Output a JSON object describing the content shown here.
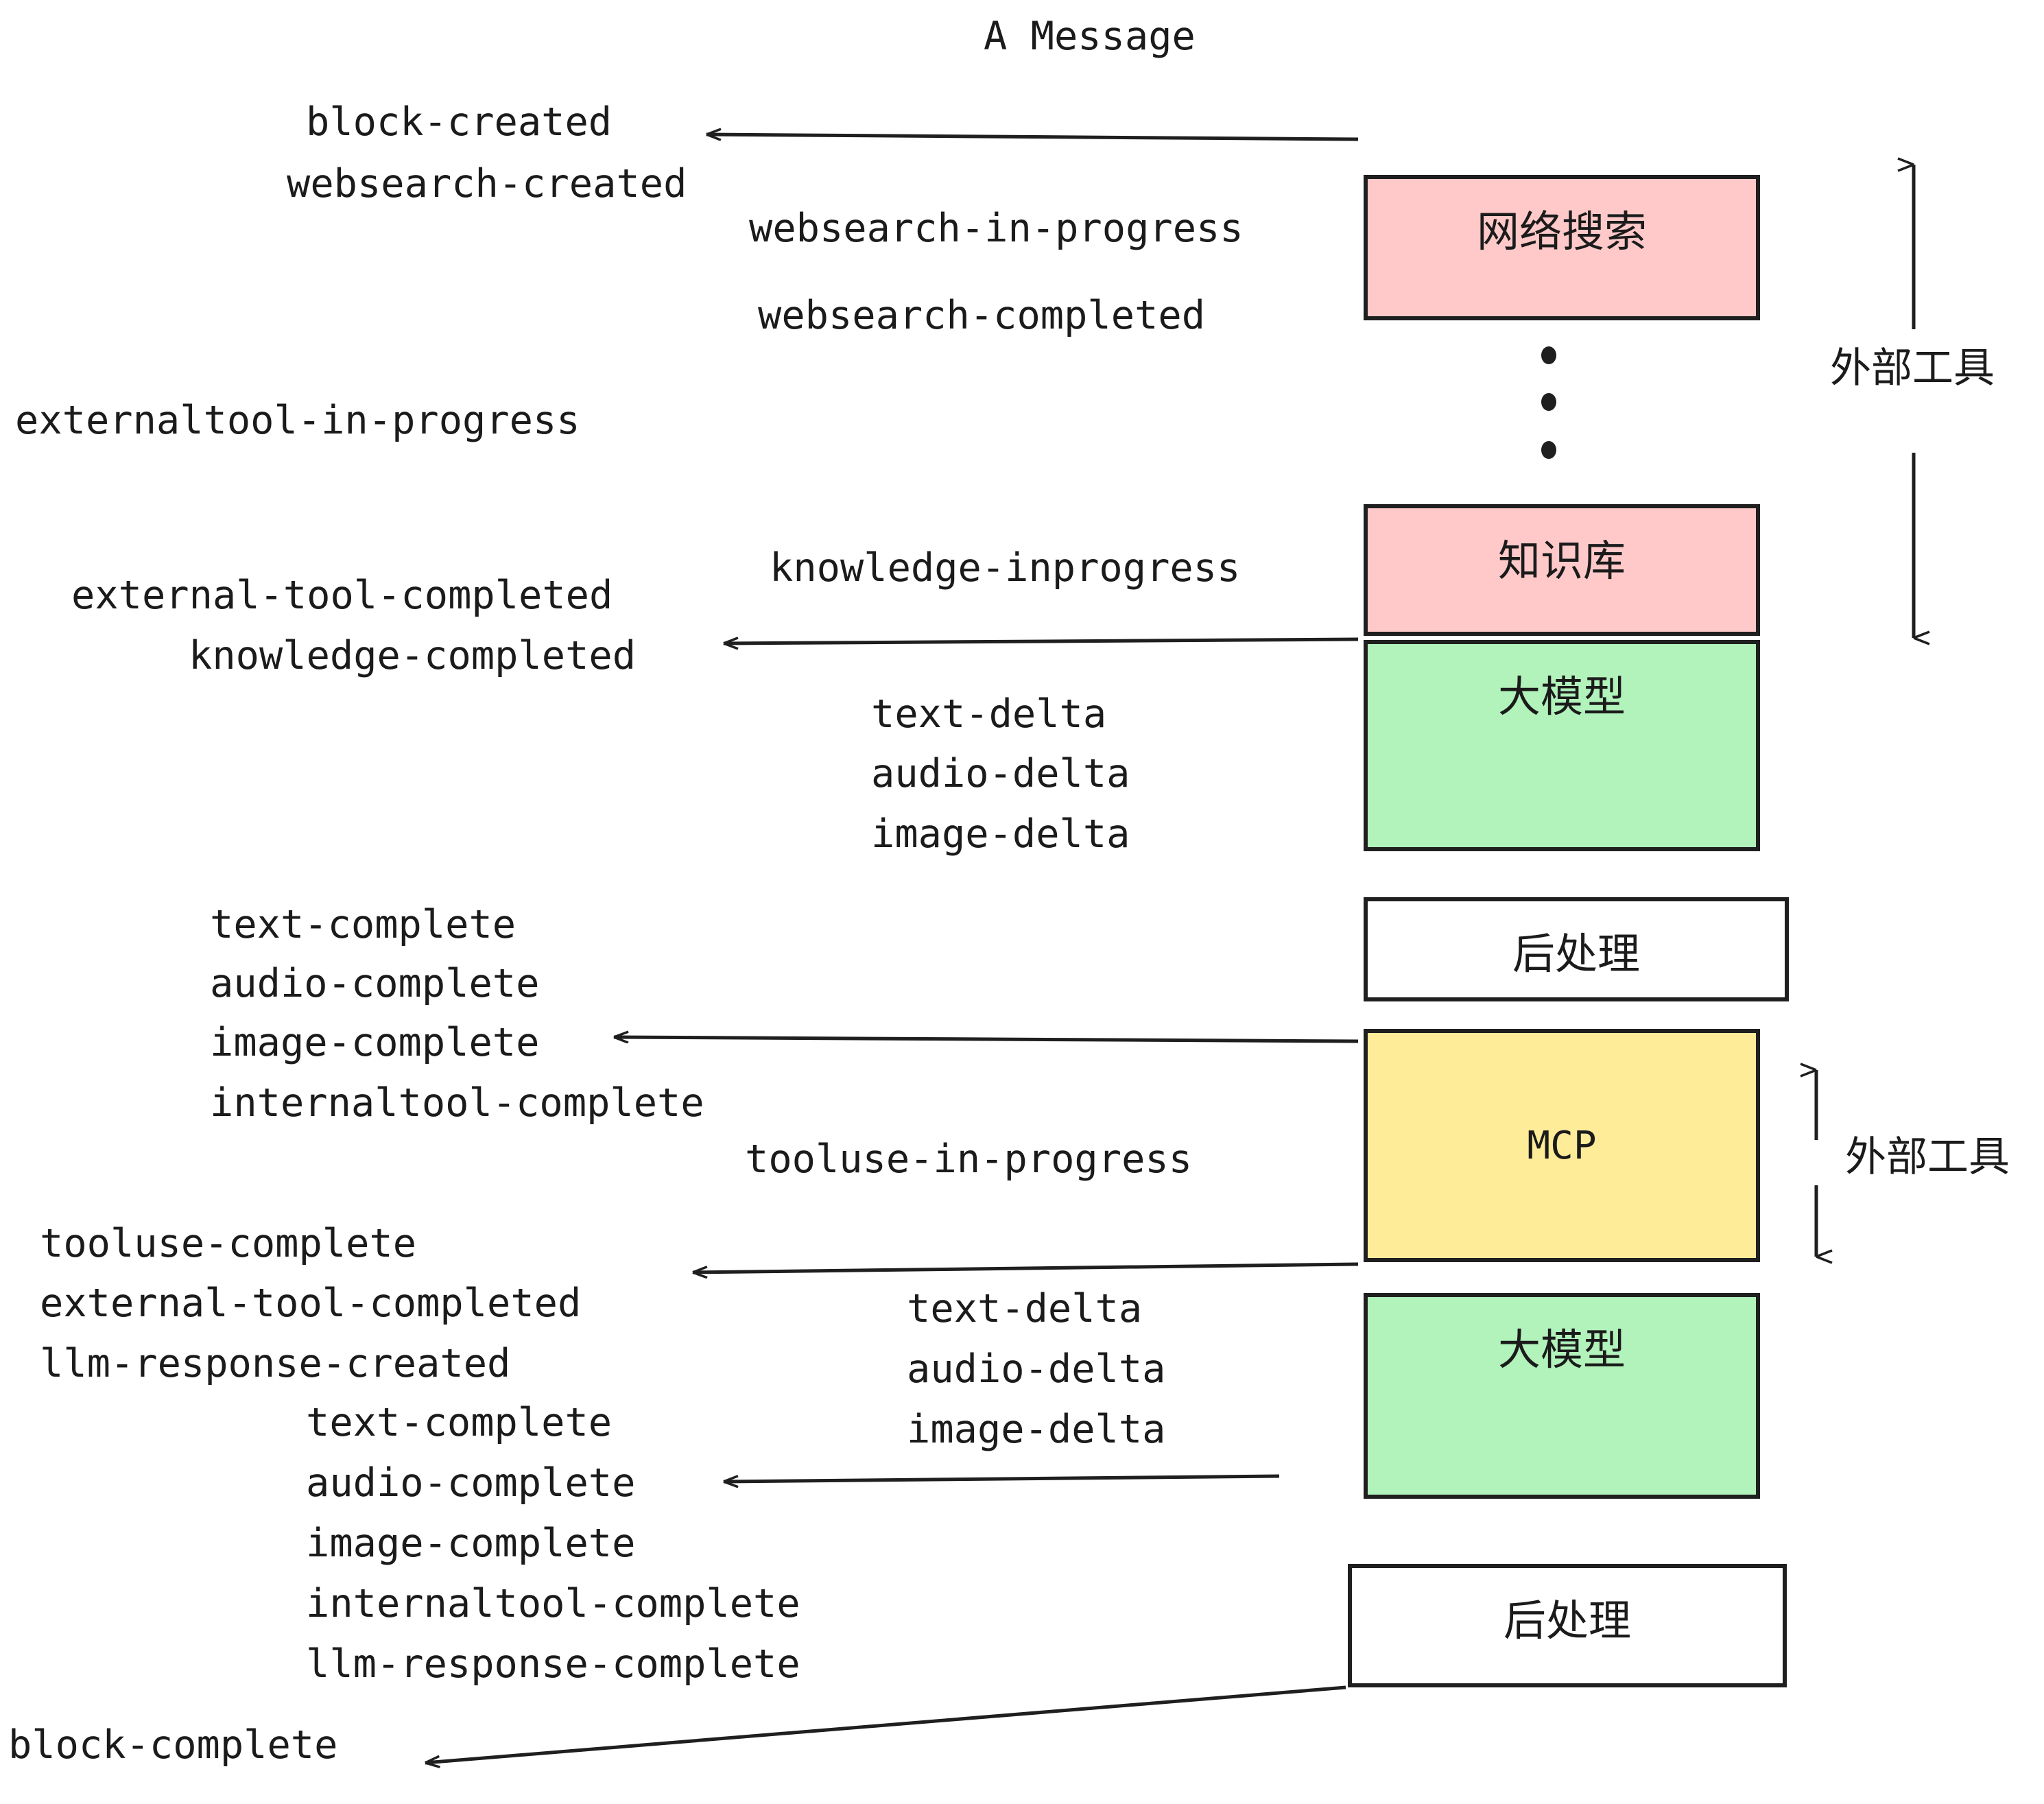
{
  "diagram": {
    "title": "A Message",
    "background": "#ffffff",
    "stroke_color": "#1f1f1f",
    "text_color": "#1b1b1b",
    "colors": {
      "pink": "#ffc9c9",
      "green": "#b2f2bb",
      "yellow": "#ffec99",
      "white": "#ffffff"
    }
  },
  "boxes": [
    {
      "id": "websearch",
      "label": "网络搜索",
      "fill": "#ffc9c9"
    },
    {
      "id": "knowledge",
      "label": "知识库",
      "fill": "#ffc9c9"
    },
    {
      "id": "llm1",
      "label": "大模型",
      "fill": "#b2f2bb"
    },
    {
      "id": "post1",
      "label": "后处理",
      "fill": "#ffffff"
    },
    {
      "id": "mcp",
      "label": "MCP",
      "fill": "#ffec99"
    },
    {
      "id": "llm2",
      "label": "大模型",
      "fill": "#b2f2bb"
    },
    {
      "id": "post2",
      "label": "后处理",
      "fill": "#ffffff"
    }
  ],
  "side_labels": [
    {
      "id": "external-tool-top",
      "label": "外部工具"
    },
    {
      "id": "external-tool-bottom",
      "label": "外部工具"
    }
  ],
  "events": {
    "block_created": "block-created",
    "websearch_created": "websearch-created",
    "websearch_in_progress": "websearch-in-progress",
    "websearch_completed": "websearch-completed",
    "externaltool_in_progress": "externaltool-in-progress",
    "knowledge_inprogress": "knowledge-inprogress",
    "external_tool_completed_1": "external-tool-completed",
    "knowledge_completed": "knowledge-completed",
    "text_delta_1": "text-delta",
    "audio_delta_1": "audio-delta",
    "image_delta_1": "image-delta",
    "text_complete_1": "text-complete",
    "audio_complete_1": "audio-complete",
    "image_complete_1": "image-complete",
    "internaltool_complete_1": "internaltool-complete",
    "tooluse_in_progress": "tooluse-in-progress",
    "tooluse_complete": "tooluse-complete",
    "external_tool_completed_2": "external-tool-completed",
    "llm_response_created": "llm-response-created",
    "text_delta_2": "text-delta",
    "audio_delta_2": "audio-delta",
    "image_delta_2": "image-delta",
    "text_complete_2": "text-complete",
    "audio_complete_2": "audio-complete",
    "image_complete_2": "image-complete",
    "internaltool_complete_2": "internaltool-complete",
    "llm_response_complete": "llm-response-complete",
    "block_complete": "block-complete"
  }
}
